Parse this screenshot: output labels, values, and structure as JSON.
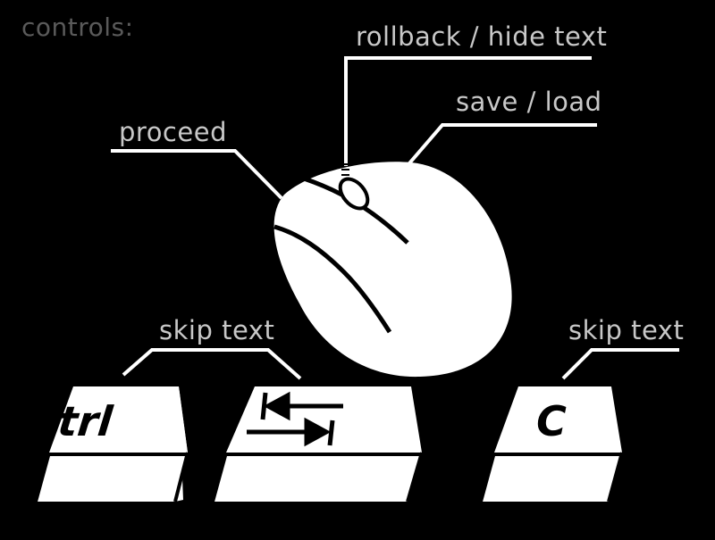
{
  "title": "controls:",
  "labels": {
    "rollback": "rollback / hide text",
    "save_load": "save / load",
    "proceed": "proceed",
    "skip_ctrl": "skip text",
    "skip_c": "skip text"
  },
  "keys": {
    "ctrl": "Ctrl",
    "c": "C"
  },
  "colors": {
    "background": "#000000",
    "foreground": "#ffffff",
    "title_text": "#5a5a5a",
    "label_text": "#c8c8c8"
  },
  "icons": [
    "mouse-icon",
    "ctrl-key",
    "tab-key",
    "c-key"
  ]
}
